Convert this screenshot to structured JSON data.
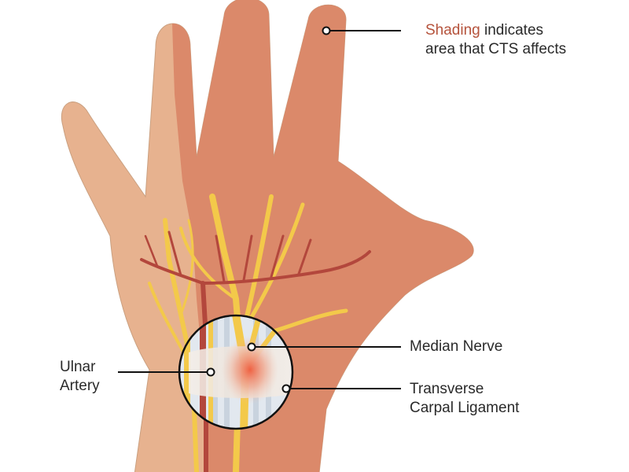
{
  "colors": {
    "skin": "#e7b28f",
    "skin_shade": "#d98466",
    "nerve": "#f3c94a",
    "artery": "#b3473c",
    "accent_text": "#b5533c",
    "text": "#2a2a2a",
    "leader": "#111111"
  },
  "labels": {
    "shading_word": "Shading",
    "shading_rest_1": "indicates",
    "shading_line_2": "area that CTS affects",
    "median_nerve": "Median Nerve",
    "ligament_line_1": "Transverse",
    "ligament_line_2": "Carpal Ligament",
    "ulnar_line_1": "Ulnar",
    "ulnar_line_2": "Artery"
  }
}
